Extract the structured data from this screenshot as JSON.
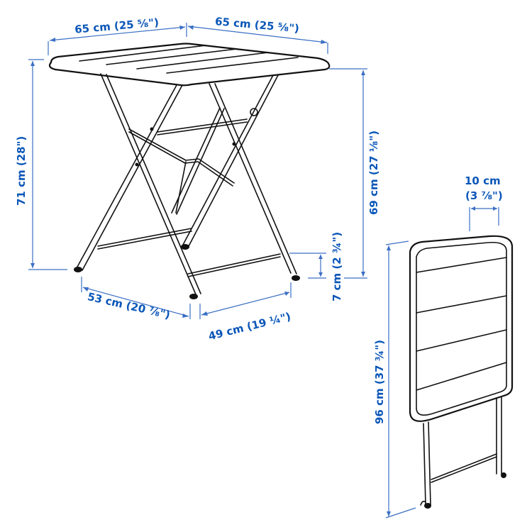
{
  "diagram": {
    "subject": "Folding square table — dimensions",
    "accent_color": "#0a56b8",
    "line_color": "#111111",
    "views": [
      {
        "name": "unfolded-table",
        "description": "Open table in perspective"
      },
      {
        "name": "folded-table",
        "description": "Folded table standing upright"
      }
    ],
    "dimensions": {
      "top_width_left": "65 cm (25 ⅝\")",
      "top_width_right": "65 cm (25 ⅝\")",
      "total_height": "71 cm (28\")",
      "underside_height": "69 cm (27 ⅛\")",
      "foot_clearance": "7 cm (2 ¾\")",
      "base_depth_left": "53 cm (20 ⅞\")",
      "base_depth_right": "49 cm (19 ¼\")",
      "folded_thickness_line1": "10 cm",
      "folded_thickness_line2": "(3 ⅞\")",
      "folded_height": "96 cm (37 ¾\")"
    }
  }
}
